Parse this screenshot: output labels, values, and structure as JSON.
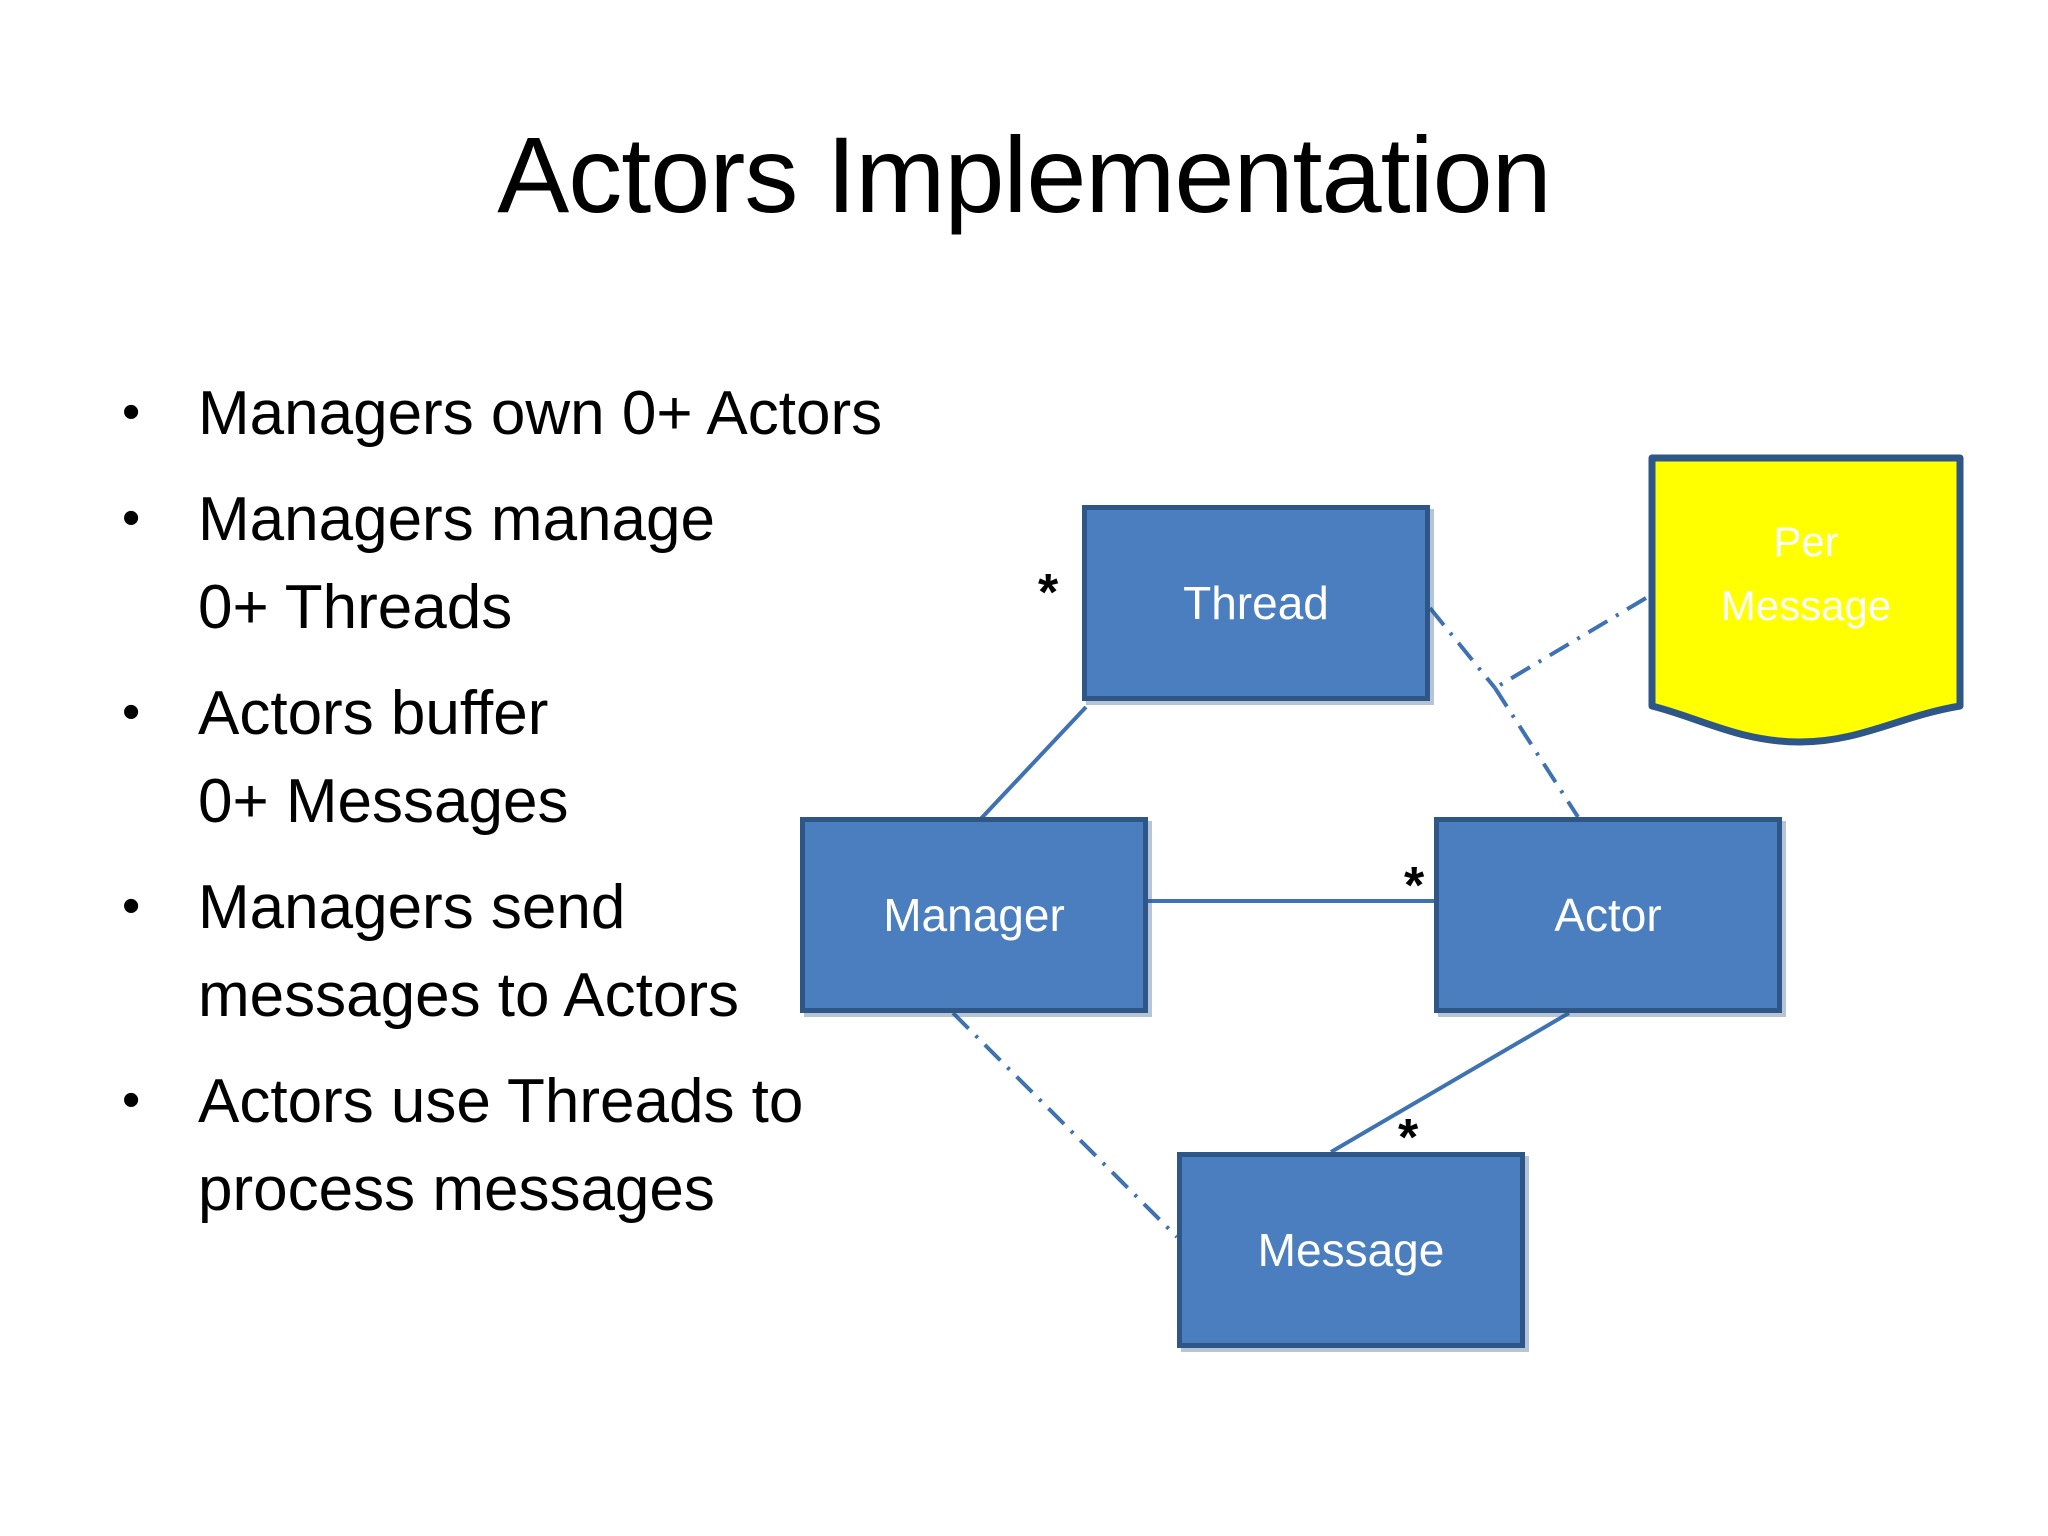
{
  "slide": {
    "title": "Actors Implementation",
    "background_color": "#ffffff"
  },
  "bullets": [
    {
      "marker": "•",
      "text": "Managers own 0+ Actors"
    },
    {
      "marker": "•",
      "text": "Managers manage\n0+ Threads"
    },
    {
      "marker": "•",
      "text": "Actors buffer\n0+ Messages"
    },
    {
      "marker": "•",
      "text": "Managers send\nmessages to Actors"
    },
    {
      "marker": "•",
      "text": "Actors use Threads to\nprocess messages"
    }
  ],
  "diagram": {
    "type": "uml-class-diagram",
    "box_fill_color": "#4a7ebe",
    "box_border_color": "#2e5787",
    "box_text_color": "#ffffff",
    "note_fill_color": "#ffff00",
    "note_border_color": "#2e5787",
    "note_text_color": "#ffffff",
    "connector_color": "#3f72b0",
    "boxes": [
      {
        "id": "thread",
        "label": "Thread"
      },
      {
        "id": "manager",
        "label": "Manager"
      },
      {
        "id": "actor",
        "label": "Actor"
      },
      {
        "id": "message",
        "label": "Message"
      }
    ],
    "note": {
      "id": "per-message",
      "label": "Per\nMessage"
    },
    "multiplicities": [
      {
        "id": "thread-mult",
        "label": "*"
      },
      {
        "id": "actor-mult",
        "label": "*"
      },
      {
        "id": "message-mult",
        "label": "*"
      }
    ],
    "connectors": [
      {
        "from": "manager",
        "to": "thread",
        "style": "solid"
      },
      {
        "from": "manager",
        "to": "actor",
        "style": "solid"
      },
      {
        "from": "actor",
        "to": "message",
        "style": "solid"
      },
      {
        "from": "manager",
        "to": "message",
        "style": "dash-dot"
      },
      {
        "from": "thread",
        "to": "junction",
        "style": "dash-dot"
      },
      {
        "from": "note",
        "to": "junction",
        "style": "dash-dot"
      },
      {
        "from": "junction",
        "to": "actor",
        "style": "dash-dot"
      }
    ]
  }
}
